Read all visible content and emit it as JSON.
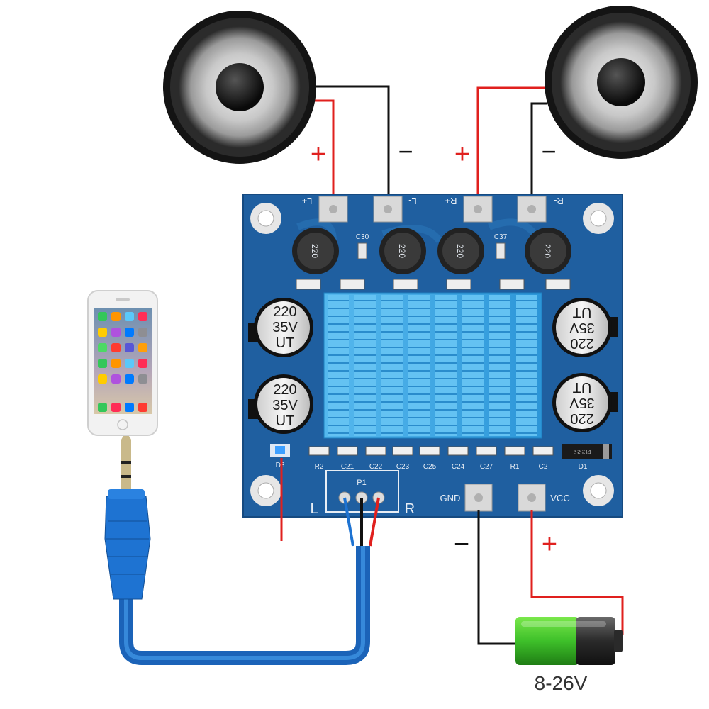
{
  "speakers": {
    "left": {
      "plus": "+",
      "minus": "−"
    },
    "right": {
      "plus": "+",
      "minus": "−"
    }
  },
  "board": {
    "output_labels": [
      "L+",
      "L-",
      "R+",
      "R-"
    ],
    "top_components": [
      "C30",
      "C37"
    ],
    "inductor_text": "220",
    "cap_text": [
      "220",
      "35V",
      "UT"
    ],
    "bottom_components": [
      "R2",
      "C21",
      "C22",
      "C23",
      "C25",
      "C24",
      "C27",
      "R1",
      "C2",
      "D1"
    ],
    "led_label": "D3",
    "diode_text": "SS34",
    "jack_label": "P1",
    "input_labels": {
      "left": "L",
      "right": "R"
    },
    "power_labels": {
      "gnd": "GND",
      "vcc": "VCC"
    }
  },
  "power": {
    "minus": "−",
    "plus": "+",
    "voltage": "8-26V"
  },
  "colors": {
    "board": "#1f5fa0",
    "heatsink": "#3aa8e6",
    "wire_red": "#e0201e",
    "wire_black": "#111111",
    "cable": "#1e73d2",
    "battery_green": "#3ec02a"
  }
}
